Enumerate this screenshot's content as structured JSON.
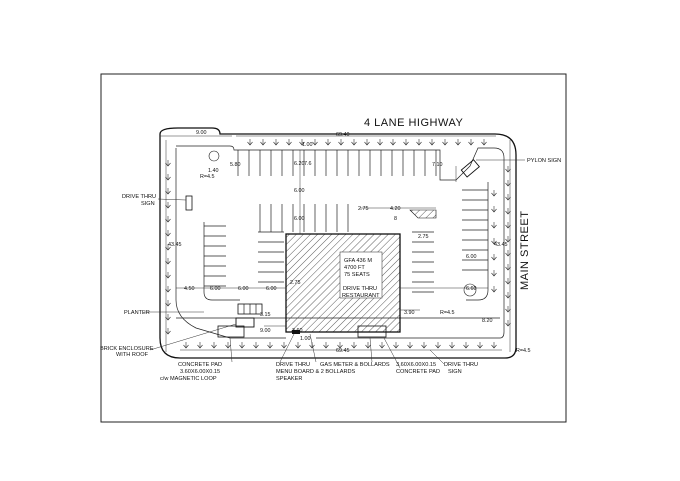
{
  "labels": {
    "highway": "4 LANE HIGHWAY",
    "main_street": "MAIN STREET",
    "pylon_sign": "PYLON SIGN",
    "drive_thru_sign_top_1": "DRIVE THRU",
    "drive_thru_sign_top_2": "SIGN",
    "planter": "PLANTER",
    "brick_enclosure_1": "BRICK ENCLOSURE",
    "brick_enclosure_2": "WITH ROOF",
    "concrete_pad_left_1": "CONCRETE PAD",
    "concrete_pad_left_2": "3.60X6.00X0.15",
    "concrete_pad_left_3": "c/w MAGNETIC LOOP",
    "drive_thru_menu_1": "DRIVE THRU",
    "drive_thru_menu_2": "MENU BOARD & 2 BOLLARDS",
    "drive_thru_menu_3": "SPEAKER",
    "gas_meter": "GAS METER & BOLLARDS",
    "concrete_pad_right_1": "3.60X6.00X0.15",
    "concrete_pad_right_2": "CONCRETE PAD",
    "drive_thru_sign_bottom_1": "DRIVE THRU",
    "drive_thru_sign_bottom_2": "SIGN",
    "building_1": "GFA 436 M",
    "building_2": "4700 FT",
    "building_3": "75 SEATS",
    "building_4": "DRIVE THRU",
    "building_5": "RESTAURANT"
  },
  "dimensions": {
    "d_9_00_top": "9.00",
    "d_69_40": "69.40",
    "d_r4_5_topleft": "R=4.5",
    "d_1_40": "1.40",
    "d_5_80": "5.80",
    "d_1_00_top": "1.00",
    "d_6_20": "6.20",
    "d_7_6": "7.6",
    "d_7_10": "7.10",
    "d_6_00_v1": "6.00",
    "d_6_00_v2": "6.00",
    "d_2_75_top": "2.75",
    "d_4_20": "4.20",
    "d_8": "8",
    "d_2_75_right": "2.75",
    "d_43_45_left": "43.45",
    "d_43_45_right": "43.45",
    "d_4_50": "4.50",
    "d_6_00_h1": "6.00",
    "d_6_00_h2": "6.00",
    "d_6_00_h3": "6.00",
    "d_6_00_right": "6.00",
    "d_6_60": "6.60",
    "d_2_75_mid": "2.75",
    "d_3_15": "3.15",
    "d_9_00_bottom": "9.00",
    "d_3_60": "3.60",
    "d_1_00_bottom": "1.00",
    "d_3_90": "3.90",
    "d_r4_5_right": "R=4.5",
    "d_8_20": "8.20",
    "d_69_45": "69.45",
    "d_r4_5_bottom": "R=4.5"
  }
}
